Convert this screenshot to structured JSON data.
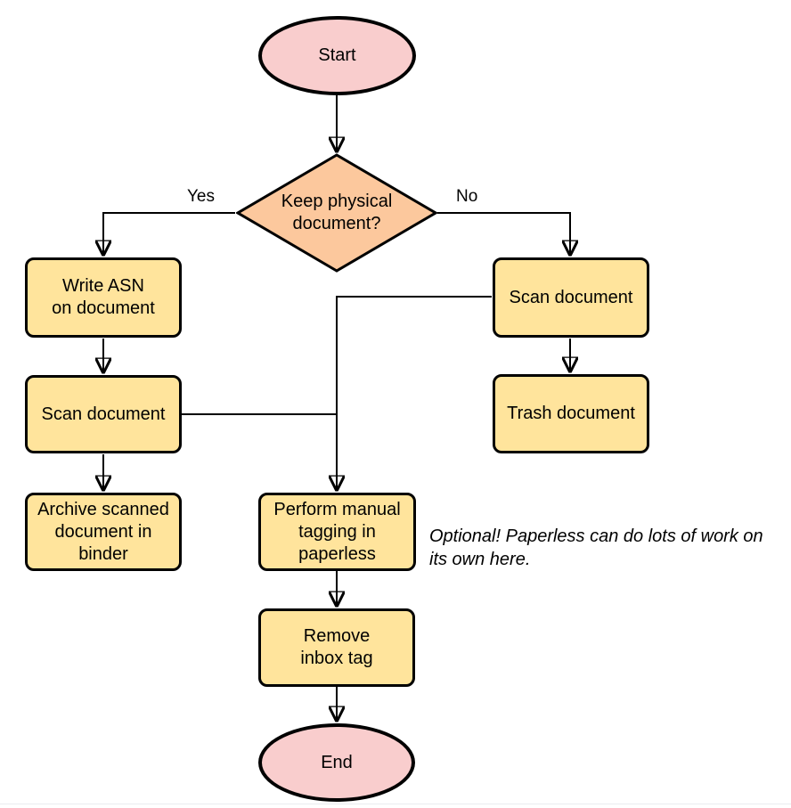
{
  "nodes": {
    "start": {
      "label": "Start"
    },
    "decision": {
      "label": "Keep physical\ndocument?"
    },
    "write_asn": {
      "label": "Write ASN\non document"
    },
    "scan_left": {
      "label": "Scan document"
    },
    "archive": {
      "label": "Archive scanned\ndocument in\nbinder"
    },
    "scan_right": {
      "label": "Scan document"
    },
    "trash": {
      "label": "Trash document"
    },
    "tagging": {
      "label": "Perform manual\ntagging in\npaperless"
    },
    "remove_inbox": {
      "label": "Remove\ninbox tag"
    },
    "end": {
      "label": "End"
    }
  },
  "edge_labels": {
    "yes": "Yes",
    "no": "No"
  },
  "note": "Optional! Paperless can do lots of work on\nits own here.",
  "colors": {
    "terminator_fill": "#f9cdcd",
    "decision_fill": "#fcc89d",
    "process_fill": "#ffe49c",
    "edge_stroke": "#000000"
  }
}
